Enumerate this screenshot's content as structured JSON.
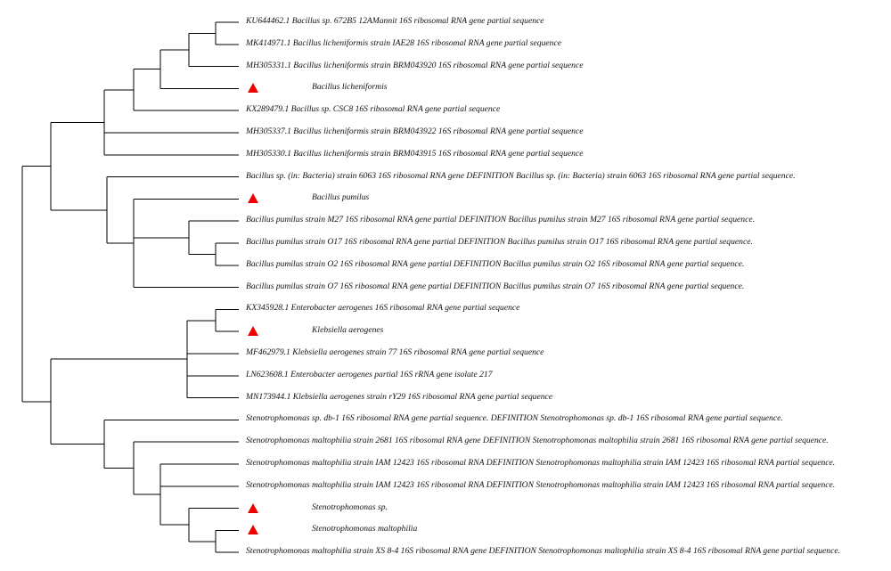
{
  "tree": {
    "leaves": [
      {
        "label": "KU644462.1 Bacillus sp. 672B5 12AMannit 16S ribosomal RNA gene partial sequence",
        "marker": false
      },
      {
        "label": "MK414971.1 Bacillus licheniformis strain IAE28 16S ribosomal RNA gene partial sequence",
        "marker": false
      },
      {
        "label": "MH305331.1 Bacillus licheniformis strain BRM043920 16S ribosomal RNA gene partial sequence",
        "marker": false
      },
      {
        "label": "Bacillus licheniformis",
        "marker": true
      },
      {
        "label": "KX289479.1 Bacillus sp. CSC8 16S ribosomal RNA gene partial sequence",
        "marker": false
      },
      {
        "label": "MH305337.1 Bacillus licheniformis strain BRM043922 16S ribosomal RNA gene partial sequence",
        "marker": false
      },
      {
        "label": "MH305330.1 Bacillus licheniformis strain BRM043915 16S ribosomal RNA gene partial sequence",
        "marker": false
      },
      {
        "label": "Bacillus sp. (in: Bacteria) strain 6063 16S ribosomal RNA gene DEFINITION Bacillus sp. (in: Bacteria) strain 6063 16S ribosomal RNA gene partial sequence.",
        "marker": false
      },
      {
        "label": "Bacillus pumilus",
        "marker": true
      },
      {
        "label": "Bacillus pumilus strain M27 16S ribosomal RNA gene partial DEFINITION Bacillus pumilus strain M27 16S ribosomal RNA gene partial sequence.",
        "marker": false
      },
      {
        "label": "Bacillus pumilus strain O17 16S ribosomal RNA gene partial DEFINITION Bacillus pumilus strain O17 16S ribosomal RNA gene partial sequence.",
        "marker": false
      },
      {
        "label": "Bacillus pumilus strain O2 16S ribosomal RNA gene partial DEFINITION Bacillus pumilus strain O2 16S ribosomal RNA gene partial sequence.",
        "marker": false
      },
      {
        "label": "Bacillus pumilus strain O7 16S ribosomal RNA gene partial DEFINITION Bacillus pumilus strain O7 16S ribosomal RNA gene partial sequence.",
        "marker": false
      },
      {
        "label": "KX345928.1 Enterobacter aerogenes 16S ribosomal RNA gene partial sequence",
        "marker": false
      },
      {
        "label": "Klebsiella aerogenes",
        "marker": true
      },
      {
        "label": "MF462979.1 Klebsiella aerogenes strain 77 16S ribosomal RNA gene partial sequence",
        "marker": false
      },
      {
        "label": "LN623608.1 Enterobacter aerogenes partial 16S rRNA gene isolate 217",
        "marker": false
      },
      {
        "label": "MN173944.1 Klebsiella aerogenes strain rY29 16S ribosomal RNA gene partial sequence",
        "marker": false
      },
      {
        "label": "Stenotrophomonas sp. db-1 16S ribosomal RNA gene partial sequence. DEFINITION Stenotrophomonas sp. db-1 16S ribosomal RNA gene partial sequence.",
        "marker": false
      },
      {
        "label": "Stenotrophomonas maltophilia strain 2681 16S ribosomal RNA gene DEFINITION Stenotrophomonas maltophilia strain 2681 16S ribosomal RNA gene partial sequence.",
        "marker": false
      },
      {
        "label": "Stenotrophomonas maltophilia strain IAM 12423 16S ribosomal RNA DEFINITION Stenotrophomonas maltophilia strain IAM 12423 16S ribosomal RNA partial sequence.",
        "marker": false
      },
      {
        "label": "Stenotrophomonas maltophilia strain IAM 12423 16S ribosomal RNA DEFINITION Stenotrophomonas maltophilia strain IAM 12423 16S ribosomal RNA partial sequence.",
        "marker": false
      },
      {
        "label": "Stenotrophomonas sp.",
        "marker": true
      },
      {
        "label": "Stenotrophomonas maltophilia",
        "marker": true
      },
      {
        "label": "Stenotrophomonas maltophilia strain XS 8-4 16S ribosomal RNA gene DEFINITION Stenotrophomonas maltophilia strain XS 8-4 16S ribosomal RNA gene partial sequence.",
        "marker": false
      }
    ],
    "colors": {
      "branch": "#000000",
      "marker": "#ee0000",
      "text": "#111111"
    }
  }
}
